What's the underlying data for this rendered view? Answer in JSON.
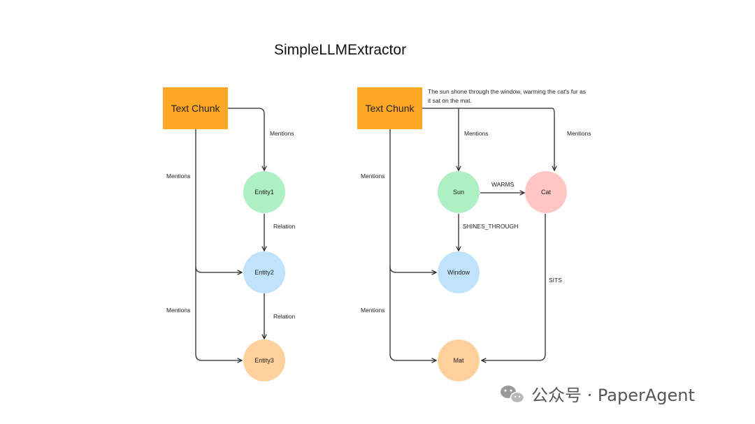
{
  "title": "SimpleLLMExtractor",
  "left": {
    "chunk": "Text Chunk",
    "entities": [
      "Entity1",
      "Entity2",
      "Entity3"
    ],
    "edges": {
      "mentions_top": "Mentions",
      "mentions_left_upper": "Mentions",
      "mentions_left_lower": "Mentions",
      "relation_1": "Relation",
      "relation_2": "Relation"
    }
  },
  "right": {
    "chunk": "Text Chunk",
    "sentence_line1": "The sun shone through the window, warming the cat's fur as",
    "sentence_line2": "it sat on the mat.",
    "entities": {
      "sun": "Sun",
      "cat": "Cat",
      "window": "Window",
      "mat": "Mat"
    },
    "edges": {
      "mentions_sun": "Mentions",
      "mentions_cat": "Mentions",
      "mentions_left_upper": "Mentions",
      "mentions_left_lower": "Mentions",
      "warms": "WARMS",
      "shines_through": "SHINES_THROUGH",
      "sits": "SITS"
    }
  },
  "watermark": "公众号 · PaperAgent",
  "colors": {
    "chunk": "#FFA726",
    "green": "#AEEFC4",
    "blue": "#BFE3FB",
    "orange": "#FFCF9C",
    "pink": "#FFC6C3"
  }
}
